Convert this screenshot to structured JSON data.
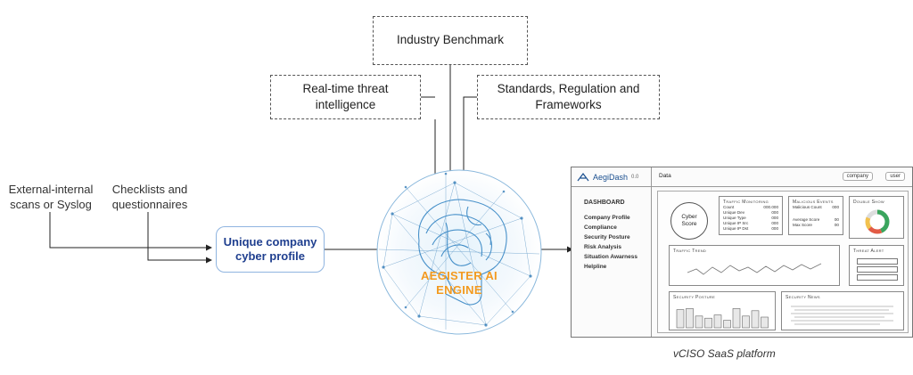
{
  "inputs": {
    "industry_benchmark": "Industry Benchmark",
    "threat_intel": "Real-time threat intelligence",
    "standards": "Standards, Regulation and Frameworks"
  },
  "sources": {
    "scans": "External-internal scans or Syslog",
    "checklists": "Checklists and questionnaires"
  },
  "profile": {
    "label": "Unique company cyber profile"
  },
  "engine": {
    "label": "AEGISTER AI ENGINE"
  },
  "dashboard": {
    "logo": "AegiDash",
    "logo_version": "0.0",
    "top_data": "Data",
    "company": "company",
    "user": "user",
    "nav_title": "DASHBOARD",
    "nav_items": [
      "Company Profile",
      "Compliance",
      "Security Posture",
      "Risk Analysis",
      "Situation Awarness",
      "Helpline"
    ],
    "cyber_score": "Cyber Score",
    "traffic_monitoring": {
      "title": "Traffic Monitoring",
      "rows": [
        [
          "Count",
          "000.000"
        ],
        [
          "Unique Dev",
          "000"
        ],
        [
          "Unique Type",
          "000"
        ],
        [
          "Unique IP Src",
          "000"
        ],
        [
          "Unique IP Dst",
          "000"
        ]
      ]
    },
    "malicious_events": {
      "title": "Malicious Events",
      "rows": [
        [
          "Malicious Count",
          "000"
        ],
        [
          "Average Score",
          "00"
        ],
        [
          "Max Score",
          "00"
        ]
      ]
    },
    "double_show": "Double Show",
    "traffic_trend": "Traffic Trend",
    "threat_alert": "Threat Alert",
    "security_posture": "Security Posture",
    "security_news": "Security News",
    "bar_values": [
      0.85,
      0.9,
      0.55,
      0.45,
      0.6,
      0.35,
      0.9,
      0.55,
      0.8,
      0.5
    ]
  },
  "caption": "vCISO SaaS platform",
  "colors": {
    "arrow": "#222222",
    "profile_text": "#1f3f8f",
    "engine_text": "#f39a1f",
    "brain": "#2a7fc1"
  }
}
